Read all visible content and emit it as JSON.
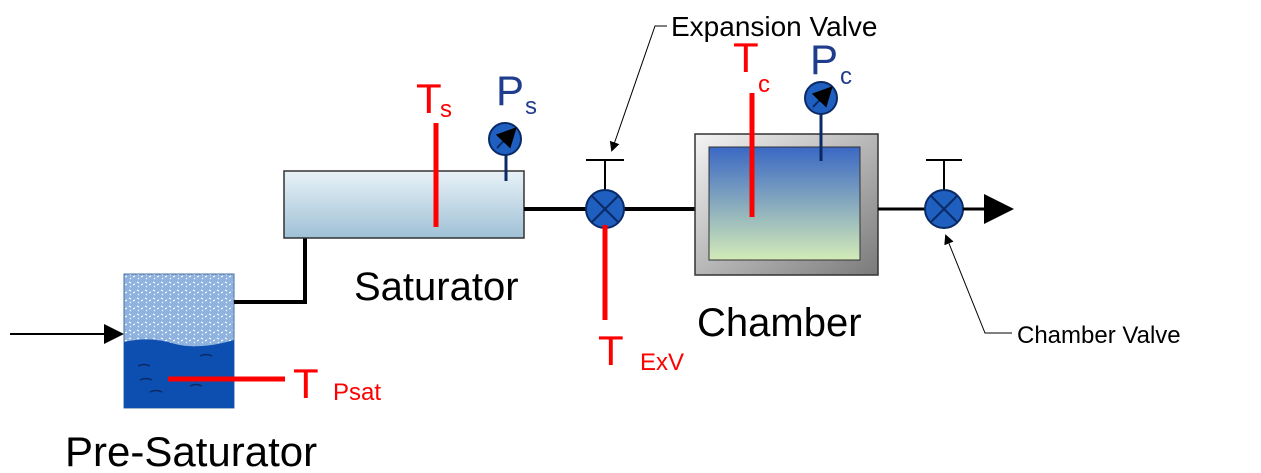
{
  "labels": {
    "pre_saturator": "Pre-Saturator",
    "saturator": "Saturator",
    "chamber": "Chamber",
    "expansion_valve": "Expansion Valve",
    "chamber_valve": "Chamber Valve"
  },
  "sensors": {
    "t_psat": {
      "main": "T",
      "sub": "Psat"
    },
    "t_s": {
      "main": "T",
      "sub": "s"
    },
    "p_s": {
      "main": "P",
      "sub": "s"
    },
    "t_exv": {
      "main": "T",
      "sub": "ExV"
    },
    "t_c": {
      "main": "T",
      "sub": "c"
    },
    "p_c": {
      "main": "P",
      "sub": "c"
    }
  },
  "colors": {
    "temperature": "#ff0000",
    "pressure": "#1f3d8c",
    "valve": "#1f5fbf",
    "pipe": "#000000"
  }
}
